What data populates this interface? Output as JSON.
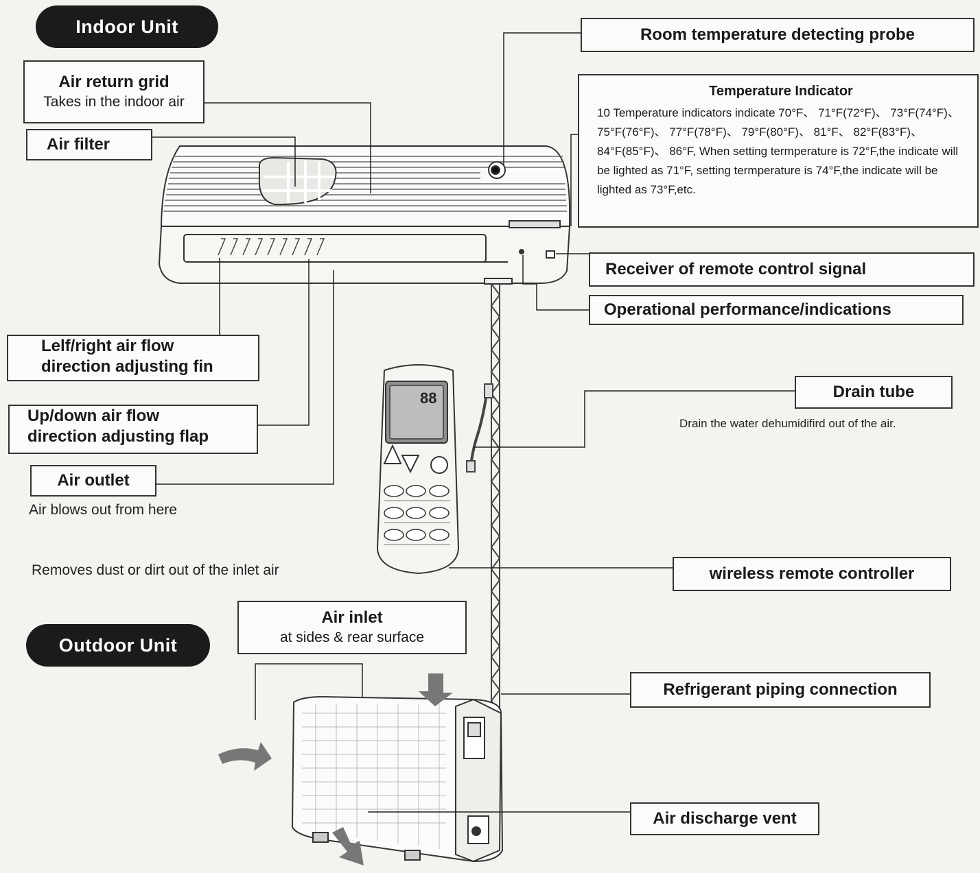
{
  "indoor_unit_label": "Indoor  Unit",
  "outdoor_unit_label": "Outdoor Unit",
  "callouts": {
    "air_return_grid": {
      "title": "Air return grid",
      "desc": "Takes in the indoor air"
    },
    "air_filter": {
      "title": "Air filter"
    },
    "room_temp_probe": {
      "title": "Room temperature detecting probe"
    },
    "temperature_indicator": {
      "title": "Temperature Indicator",
      "body": "10 Temperature indicators indicate 70°F、 71°F(72°F)、 73°F(74°F)、 75°F(76°F)、 77°F(78°F)、 79°F(80°F)、 81°F、 82°F(83°F)、 84°F(85°F)、 86°F, When setting termperature is 72°F,the indicate will be lighted as 71°F, setting termperature is 74°F,the indicate will be lighted as 73°F,etc."
    },
    "receiver": {
      "title": "Receiver of remote control signal"
    },
    "operational": {
      "title": "Operational performance/indications"
    },
    "left_right_fin": {
      "line1": "Lelf/right air flow",
      "line2": "direction adjusting fin"
    },
    "up_down_flap": {
      "line1": "Up/down air flow",
      "line2": "direction adjusting flap"
    },
    "air_outlet": {
      "title": "Air outlet",
      "desc": "Air blows out from here"
    },
    "filter_desc": "Removes dust or dirt out of the inlet air",
    "drain_tube": {
      "title": "Drain tube",
      "desc": "Drain the water dehumidifird out of the air."
    },
    "remote_controller": {
      "title": "wireless  remote  controller"
    },
    "air_inlet": {
      "title": "Air inlet",
      "desc": "at sides &  rear surface"
    },
    "refrigerant": {
      "title": "Refrigerant piping connection"
    },
    "air_discharge": {
      "title": "Air discharge vent"
    }
  },
  "remote_display": {
    "digits": "88"
  }
}
